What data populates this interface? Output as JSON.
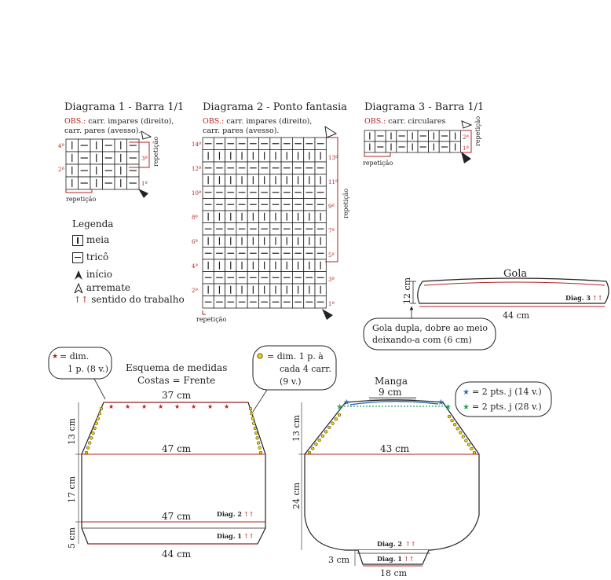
{
  "diag1": {
    "title": "Diagrama 1 - Barra 1/1",
    "obs_label": "OBS.:",
    "obs_line1": "carr. impares (direito),",
    "obs_line2": "carr. pares (avesso).",
    "row_labels": [
      "4ª",
      "3ª",
      "2ª",
      "1ª"
    ],
    "repeat_h": "repetição",
    "repeat_v": "repetição"
  },
  "diag2": {
    "title": "Diagrama 2 - Ponto fantasia",
    "obs_label": "OBS.:",
    "obs_line1": "carr. impares (direito),",
    "obs_line2": "carr. pares (avesso).",
    "left_labels": [
      "14ª",
      "12ª",
      "10ª",
      "8ª",
      "6ª",
      "4ª",
      "2ª"
    ],
    "right_labels": [
      "13ª",
      "11ª",
      "9ª",
      "7ª",
      "5ª",
      "3ª",
      "1ª"
    ],
    "repeat_h": "repetição",
    "repeat_v": "repetição"
  },
  "diag3": {
    "title": "Diagrama 3 - Barra 1/1",
    "obs_label": "OBS.:",
    "obs_line1": "carr. circulares",
    "row_labels": [
      "2ª",
      "1ª"
    ],
    "repeat_h": "repetição",
    "repeat_v": "repetição"
  },
  "legend": {
    "title": "Legenda",
    "items": [
      "meia",
      "tricô",
      "início",
      "arremate",
      "sentido do trabalho"
    ]
  },
  "gola": {
    "title": "Gola",
    "height": "12 cm",
    "width": "44 cm",
    "diag": "Diag. 3",
    "note_line1": "Gola dupla, dobre ao meio",
    "note_line2": "deixando-a com (6 cm)"
  },
  "back": {
    "title_line1": "Esquema de medidas",
    "title_line2": "Costas = Frente",
    "top": "37 cm",
    "mid": "47 cm",
    "lower": "47 cm",
    "bottom": "44 cm",
    "h1": "13 cm",
    "h2": "17 cm",
    "h3": "5 cm",
    "diag2": "Diag. 2",
    "diag1": "Diag. 1",
    "bubble1_line1": "= dim.",
    "bubble1_line2": "1 p. (8 v.)",
    "bubble2_line1": "= dim. 1 p. à",
    "bubble2_line2": "cada 4 carr.",
    "bubble2_line3": "(9 v.)"
  },
  "sleeve": {
    "title": "Manga",
    "top": "9 cm",
    "mid": "43 cm",
    "h1": "13 cm",
    "h2": "24 cm",
    "cuff_h": "3 cm",
    "bottom": "18 cm",
    "diag2": "Diag. 2",
    "diag1": "Diag. 1",
    "bubble_line1": "= 2 pts. j (14 v.)",
    "bubble_line2": "= 2 pts. j (28 v.)"
  },
  "colors": {
    "red": "#b22222",
    "blue": "#2a6fb0",
    "green": "#2e9e5a",
    "yellow": "#f2d200"
  }
}
